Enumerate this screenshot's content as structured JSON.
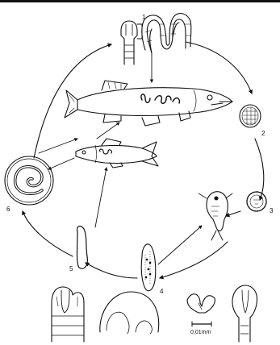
{
  "stage_labels": {
    "s1": "1",
    "s2": "2",
    "s3": "3",
    "s4": "4",
    "s5": "5",
    "s6": "6"
  },
  "scale_bar": "0,01mm",
  "stroke_color": "#111111"
}
